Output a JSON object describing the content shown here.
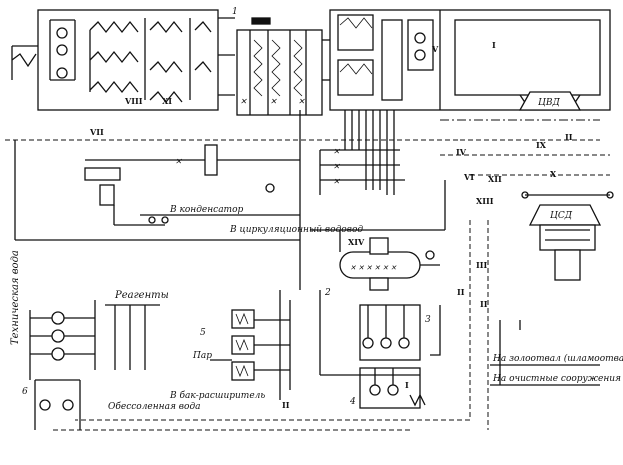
{
  "labels": {
    "tech_water": "Техническая вода",
    "reagents": "Реагенты",
    "steam": "Пар",
    "desalted_water": "Обессоленная вода",
    "to_expander_tank": "В бак-расширитель",
    "to_condensate": "В конденсатор",
    "to_circulating_water": "В циркуляционный водовод",
    "to_ash_dump": "На золоотвал (шламоотвал)",
    "to_treatment": "На очистные сооружения",
    "hp_cylinder": "ЦВД",
    "mp_cylinder": "ЦСД"
  },
  "numbers": {
    "n1": "1",
    "n2": "2",
    "n3": "3",
    "n4": "4",
    "n5": "5",
    "n6": "6"
  },
  "roman": {
    "r_I_top": "I",
    "r_I_bottom": "I",
    "r_II_a": "II",
    "r_II_b": "II",
    "r_II_c": "II",
    "r_II_d": "II",
    "r_III": "III",
    "r_IV": "IV",
    "r_V": "V",
    "r_VI": "VI",
    "r_VII": "VII",
    "r_VIII": "VIII",
    "r_IX": "IX",
    "r_X": "X",
    "r_XI": "XI",
    "r_XII": "XII",
    "r_XIII": "XIII",
    "r_XIV": "XIV"
  },
  "icons": [
    "valve-icon",
    "pump-icon",
    "heat-exchanger-icon",
    "turbine-icon"
  ]
}
